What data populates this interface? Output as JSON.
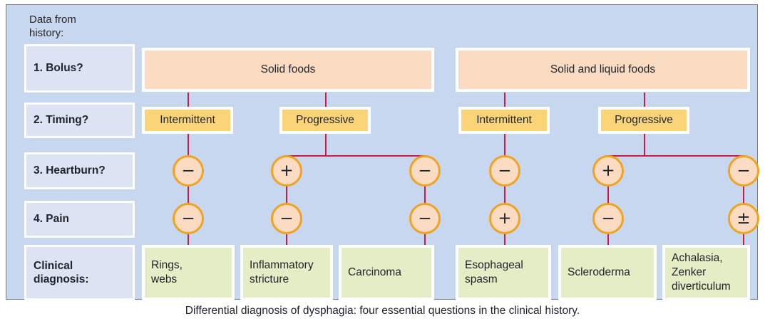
{
  "panel": {
    "header": "Data from\nhistory:",
    "header_line1": "Data from",
    "header_line2": "history:"
  },
  "row_labels": [
    {
      "id": "bolus",
      "label": "1. Bolus?"
    },
    {
      "id": "timing",
      "label": "2. Timing?"
    },
    {
      "id": "heartburn",
      "label": "3. Heartburn?"
    },
    {
      "id": "pain",
      "label": "4. Pain"
    },
    {
      "id": "diagnosis",
      "label_line1": "Clinical",
      "label_line2": "diagnosis:"
    }
  ],
  "bolus_row": [
    {
      "id": "solid",
      "label": "Solid foods"
    },
    {
      "id": "solid-and-liquid",
      "label": "Solid and liquid foods"
    }
  ],
  "timing_row": [
    {
      "id": "left-intermittent",
      "label": "Intermittent"
    },
    {
      "id": "left-progressive",
      "label": "Progressive"
    },
    {
      "id": "right-intermittent",
      "label": "Intermittent"
    },
    {
      "id": "right-progressive",
      "label": "Progressive"
    }
  ],
  "heartburn_row": [
    {
      "id": "h1",
      "symbol": "−"
    },
    {
      "id": "h2",
      "symbol": "+"
    },
    {
      "id": "h3",
      "symbol": "−"
    },
    {
      "id": "h4",
      "symbol": "−"
    },
    {
      "id": "h5",
      "symbol": "+"
    },
    {
      "id": "h6",
      "symbol": "−"
    }
  ],
  "pain_row": [
    {
      "id": "p1",
      "symbol": "−"
    },
    {
      "id": "p2",
      "symbol": "−"
    },
    {
      "id": "p3",
      "symbol": "−"
    },
    {
      "id": "p4",
      "symbol": "+"
    },
    {
      "id": "p5",
      "symbol": "−"
    },
    {
      "id": "p6",
      "symbol": "±"
    }
  ],
  "diagnosis_row": [
    {
      "id": "rings-webs",
      "line1": "Rings,",
      "line2": "webs",
      "line3": ""
    },
    {
      "id": "inflammatory",
      "line1": "Inflammatory",
      "line2": "stricture",
      "line3": ""
    },
    {
      "id": "carcinoma",
      "line1": "Carcinoma",
      "line2": "",
      "line3": ""
    },
    {
      "id": "esophageal-spasm",
      "line1": "Esophageal",
      "line2": "spasm",
      "line3": ""
    },
    {
      "id": "scleroderma",
      "line1": "Scleroderma",
      "line2": "",
      "line3": ""
    },
    {
      "id": "achalasia",
      "line1": "Achalasia,",
      "line2": "Zenker",
      "line3": "diverticulum"
    }
  ],
  "caption": "Differential diagnosis of dysphagia: four essential questions in the clinical history.",
  "colors": {
    "panel_background": "#c6d7ef",
    "label_box": "#dde3f3",
    "bolus_box": "#fbdcc3",
    "timing_box": "#fbd477",
    "diagnosis_box": "#e5edc6",
    "circle_fill": "#fbdcc3",
    "circle_border": "#f0a31f",
    "connector_line": "#d11a46",
    "text": "#1e2228"
  }
}
